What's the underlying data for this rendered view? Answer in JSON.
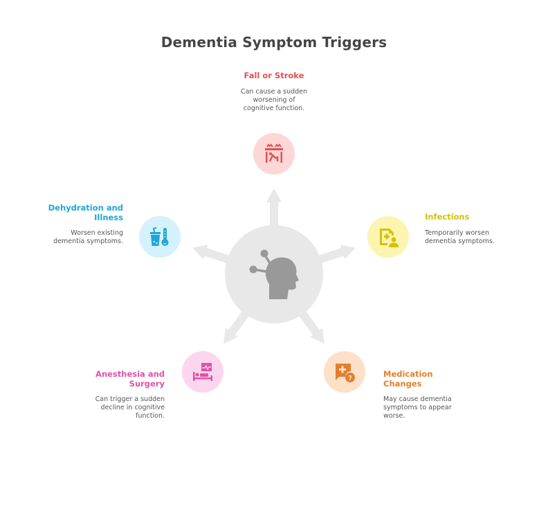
{
  "title": "Dementia Symptom Triggers",
  "center": {
    "icon": "head-brain-icon",
    "fill": "#e8e8e8",
    "icon_color": "#999999"
  },
  "arrow_color": "#e8e8e8",
  "triggers": [
    {
      "id": "fall-or-stroke",
      "label": "Fall or Stroke",
      "description_lines": [
        "Can cause a sudden",
        "worsening of",
        "cognitive function."
      ],
      "color": "#e05252",
      "bg": "#fdd6d6",
      "icon": "fall-icon"
    },
    {
      "id": "infections",
      "label": "Infections",
      "description_lines": [
        "Temporarily worsen",
        "dementia symptoms."
      ],
      "color": "#d4c200",
      "bg": "#fdf4b0",
      "icon": "medical-record-person-icon"
    },
    {
      "id": "medication-changes",
      "label_lines": [
        "Medication",
        "Changes"
      ],
      "description_lines": [
        "May cause dementia",
        "symptoms to appear",
        "worse."
      ],
      "color": "#e0802e",
      "bg": "#fde0c8",
      "icon": "medical-chat-question-icon"
    },
    {
      "id": "anesthesia-and-surgery",
      "label_lines": [
        "Anesthesia and",
        "Surgery"
      ],
      "description_lines": [
        "Can trigger a sudden",
        "decline in cognitive",
        "function."
      ],
      "color": "#e052a8",
      "bg": "#fcd6ee",
      "icon": "hospital-bed-monitor-icon"
    },
    {
      "id": "dehydration-and-illness",
      "label_lines": [
        "Dehydration and",
        "Illness"
      ],
      "description_lines": [
        "Worsen existing",
        "dementia symptoms."
      ],
      "color": "#1fa6d6",
      "bg": "#d4f1fc",
      "icon": "drink-thermometer-icon"
    }
  ]
}
